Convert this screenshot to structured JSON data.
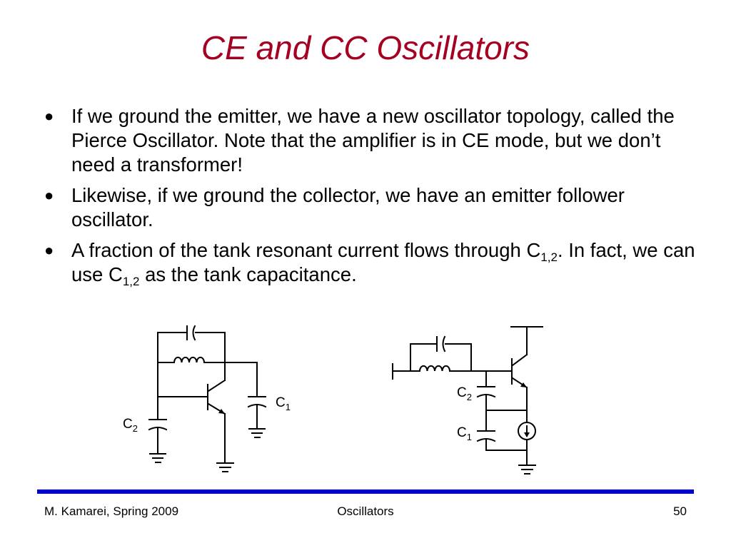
{
  "slide": {
    "title": "CE and CC Oscillators",
    "bullets": [
      {
        "text": "If we ground the emitter, we have a new oscillator topology, called the Pierce Oscillator. Note that the amplifier is in CE mode, but we don’t need a transformer!"
      },
      {
        "text": "Likewise, if we ground the collector, we have an emitter follower oscillator."
      },
      {
        "a": "A fraction of the tank resonant current flows through C",
        "sub1": "1,2",
        "b": ". In fact, we can use C",
        "sub2": "1,2",
        "c": " as the tank capacitance."
      }
    ],
    "bullet_glyph": "●"
  },
  "circuits": {
    "left": {
      "c1": "C",
      "c1_sub": "1",
      "c2": "C",
      "c2_sub": "2"
    },
    "right": {
      "c1": "C",
      "c1_sub": "1",
      "c2": "C",
      "c2_sub": "2"
    }
  },
  "footer": {
    "author": "M. Kamarei, Spring 2009",
    "topic": "Oscillators",
    "page": "50"
  },
  "colors": {
    "title": "#a50021",
    "rule": "#0000cc"
  }
}
